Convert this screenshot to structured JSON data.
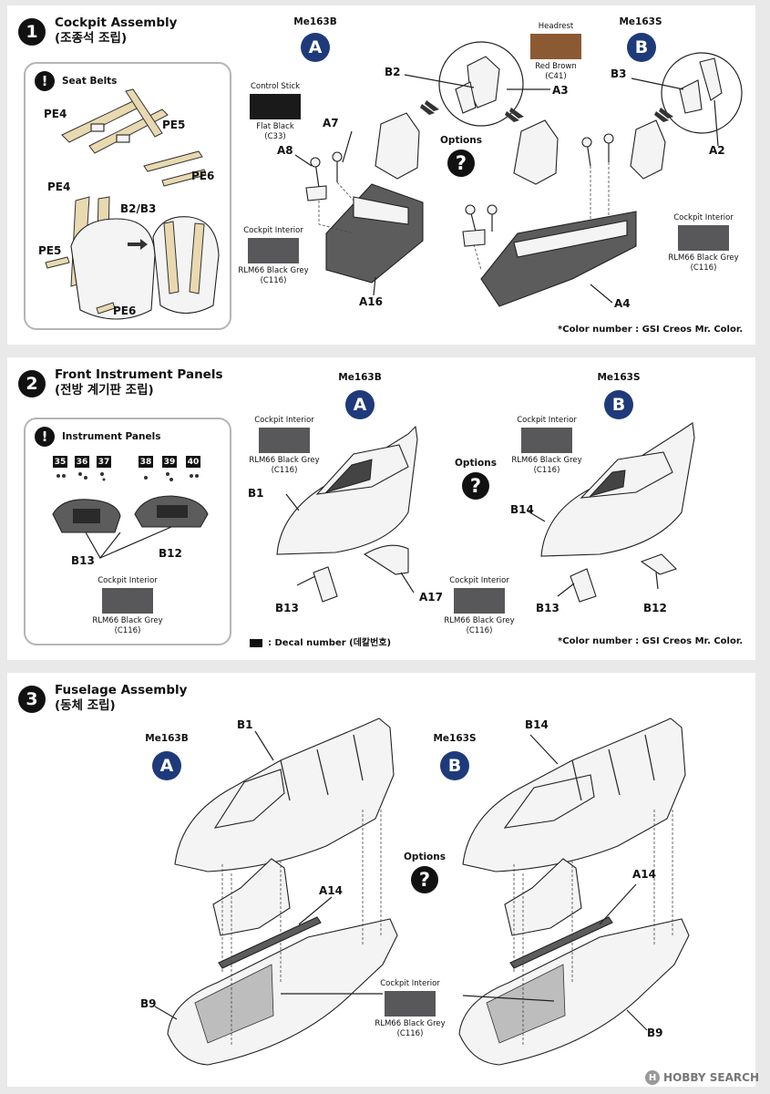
{
  "step1": {
    "number": "1",
    "title": "Cockpit Assembly",
    "subtitle": "(조종석 조립)",
    "callout": {
      "title": "Seat Belts",
      "labels": [
        "PE4",
        "PE5",
        "PE6",
        "PE4",
        "B2/B3",
        "PE5",
        "PE6"
      ]
    },
    "variant_a": {
      "name": "Me163B",
      "badge": "A"
    },
    "variant_b": {
      "name": "Me163S",
      "badge": "B"
    },
    "control_stick": {
      "title": "Control Stick",
      "color_name": "Flat Black",
      "code": "(C33)",
      "hex": "#1a1a1a"
    },
    "headrest": {
      "title": "Headrest",
      "color_name": "Red Brown",
      "code": "(C41)",
      "hex": "#8b5a33"
    },
    "cockpit_a": {
      "title": "Cockpit Interior",
      "color_name": "RLM66 Black Grey",
      "code": "(C116)",
      "hex": "#58585a"
    },
    "cockpit_b": {
      "title": "Cockpit Interior",
      "color_name": "RLM66 Black Grey",
      "code": "(C116)",
      "hex": "#58585a"
    },
    "part_labels": [
      "B2",
      "A3",
      "B3",
      "A2",
      "A7",
      "A8",
      "A16",
      "A4"
    ],
    "options": "Options",
    "note": "*Color number : GSI Creos Mr. Color."
  },
  "step2": {
    "number": "2",
    "title": "Front Instrument Panels",
    "subtitle": "(전방 계기판 조립)",
    "callout": {
      "title": "Instrument Panels",
      "decals": [
        "35",
        "36",
        "37",
        "38",
        "39",
        "40"
      ],
      "labels": [
        "B13",
        "B12"
      ],
      "swatch": {
        "title": "Cockpit Interior",
        "color_name": "RLM66 Black Grey",
        "code": "(C116)",
        "hex": "#58585a"
      }
    },
    "variant_a": {
      "name": "Me163B",
      "badge": "A"
    },
    "variant_b": {
      "name": "Me163S",
      "badge": "B"
    },
    "swatch_a": {
      "title": "Cockpit Interior",
      "color_name": "RLM66 Black Grey",
      "code": "(C116)",
      "hex": "#58585a"
    },
    "swatch_b": {
      "title": "Cockpit Interior",
      "color_name": "RLM66 Black Grey",
      "code": "(C116)",
      "hex": "#58585a"
    },
    "swatch_mid": {
      "title": "Cockpit Interior",
      "color_name": "RLM66 Black Grey",
      "code": "(C116)",
      "hex": "#58585a"
    },
    "part_labels": [
      "B1",
      "B13",
      "A17",
      "B14",
      "B13",
      "B12"
    ],
    "options": "Options",
    "decal_note": ": Decal number (데칼번호)",
    "note": "*Color number : GSI Creos Mr. Color."
  },
  "step3": {
    "number": "3",
    "title": "Fuselage Assembly",
    "subtitle": "(동체 조립)",
    "variant_a": {
      "name": "Me163B",
      "badge": "A"
    },
    "variant_b": {
      "name": "Me163S",
      "badge": "B"
    },
    "swatch": {
      "title": "Cockpit Interior",
      "color_name": "RLM66 Black Grey",
      "code": "(C116)",
      "hex": "#58585a"
    },
    "part_labels": [
      "B1",
      "A14",
      "B9",
      "B14",
      "A14",
      "B9"
    ],
    "options": "Options"
  },
  "watermark": {
    "logo": "H",
    "text": "HOBBY SEARCH"
  }
}
